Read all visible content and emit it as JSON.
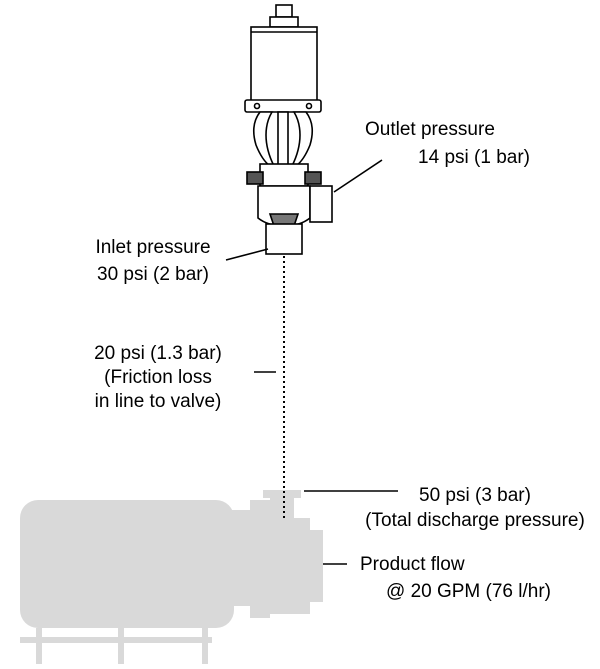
{
  "colors": {
    "pump": "#d9d9d9",
    "line": "#000000",
    "valve_fill": "#ffffff",
    "hatch": "#555555"
  },
  "labels": {
    "outlet": {
      "line1": "Outlet pressure",
      "line2": "14 psi (1 bar)"
    },
    "inlet": {
      "line1": "Inlet pressure",
      "line2": "30 psi (2 bar)"
    },
    "friction": {
      "line1": "20 psi (1.3 bar)",
      "line2": "(Friction loss",
      "line3": "in line to valve)"
    },
    "discharge": {
      "line1": "50 psi (3 bar)",
      "line2": "(Total discharge pressure)"
    },
    "flow": {
      "line1": "Product flow",
      "line2": "@ 20 GPM (76 l/hr)"
    }
  }
}
